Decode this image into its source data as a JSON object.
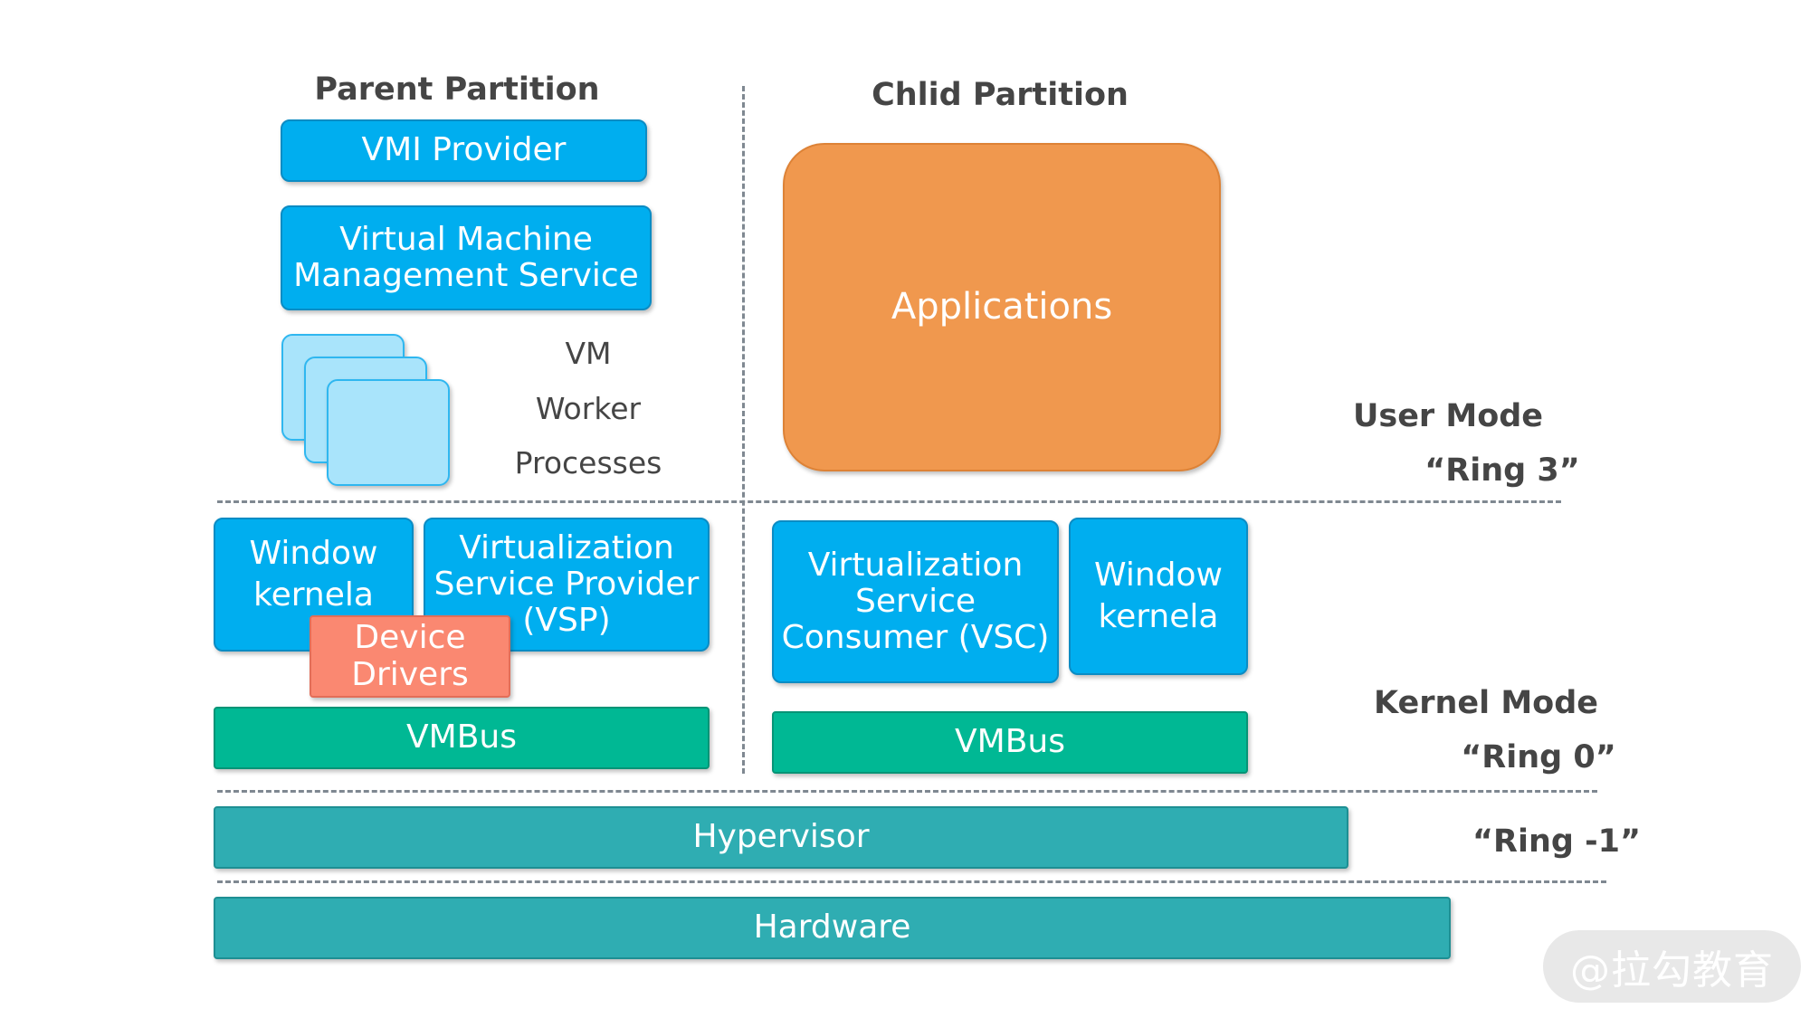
{
  "parent": {
    "title": "Parent Partition",
    "vmi_provider": "VMI Provider",
    "vmms_line1": "Virtual Machine",
    "vmms_line2": "Management Service",
    "worker_line1": "VM",
    "worker_line2": "Worker",
    "worker_line3": "Processes",
    "kernel_line1": "Window",
    "kernel_line2": "kernela",
    "vsp_line1": "Virtualization",
    "vsp_line2": "Service Provider",
    "vsp_line3": "(VSP)",
    "drivers_line1": "Device",
    "drivers_line2": "Drivers",
    "vmbus": "VMBus"
  },
  "child": {
    "title": "Chlid Partition",
    "applications": "Applications",
    "vsc_line1": "Virtualization",
    "vsc_line2": "Service",
    "vsc_line3": "Consumer (VSC)",
    "kernel_line1": "Window",
    "kernel_line2": "kernela",
    "vmbus": "VMBus"
  },
  "modes": {
    "user_mode": "User Mode",
    "ring3": "“Ring 3”",
    "kernel_mode": "Kernel Mode",
    "ring0": "“Ring 0”",
    "ring_minus1": "“Ring -1”"
  },
  "hypervisor": "Hypervisor",
  "hardware": "Hardware",
  "watermark": "@拉勾教育",
  "colors": {
    "blue": "#00aeef",
    "green": "#00b894",
    "teal": "#2fadb2",
    "salmon": "#fa8871",
    "orange": "#f0984e",
    "light_blue": "#a9e4fb"
  }
}
